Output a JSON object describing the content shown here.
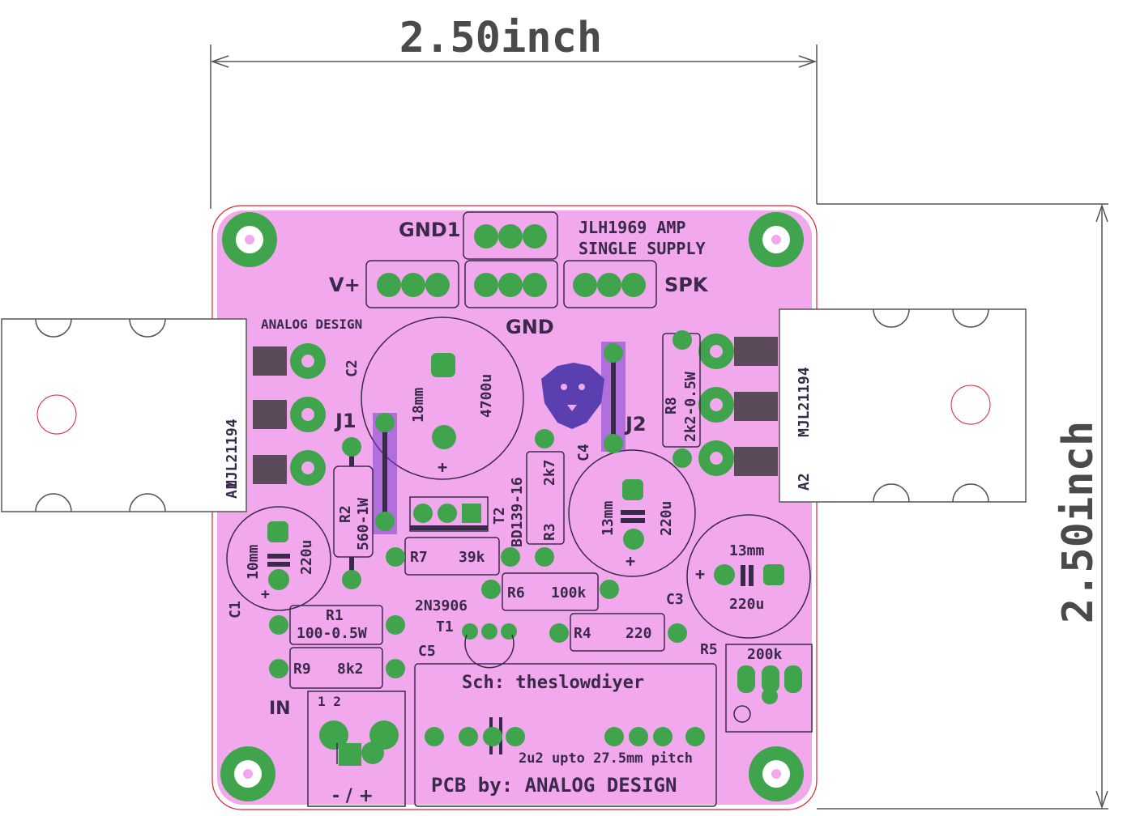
{
  "dimensions": {
    "width_label": "2.50inch",
    "height_label": "2.50inch"
  },
  "header": {
    "title_line1": "JLH1969 AMP",
    "title_line2": "SINGLE SUPPLY",
    "brand": "ANALOG DESIGN"
  },
  "connectors": {
    "gnd1": "GND1",
    "vplus": "V+",
    "gnd": "GND",
    "spk": "SPK",
    "in": "IN",
    "in_pins": "1  2",
    "in_polarity": "- / +"
  },
  "transistors": {
    "a1_part": "MJL21194",
    "a1_ref": "A1",
    "a2_part": "MJL21194",
    "a2_ref": "A2"
  },
  "components": {
    "c2_ref": "C2",
    "c2_size": "18mm",
    "c2_value": "4700u",
    "j1": "J1",
    "j2": "J2",
    "r2_ref": "R2",
    "r2_value": "560-1W",
    "t2_ref": "T2",
    "t2_part": "BD139-16",
    "r3_value": "2k7",
    "r3_ref": "R3",
    "c4_ref": "C4",
    "c4_size": "13mm",
    "c4_value": "220u",
    "r8_ref": "R8",
    "r8_value": "2k2-0.5W",
    "c1_ref": "C1",
    "c1_size": "10mm",
    "c1_value": "220u",
    "r7_ref": "R7",
    "r7_value": "39k",
    "r6_ref": "R6",
    "r6_value": "100k",
    "c3_ref": "C3",
    "c3_size": "13mm",
    "c3_value": "220u",
    "t1_part": "2N3906",
    "t1_ref": "T1",
    "r1_ref": "R1",
    "r1_value": "100-0.5W",
    "r4_ref": "R4",
    "r4_value": "220",
    "r5_ref": "R5",
    "r5_value": "200k",
    "c5_ref": "C5",
    "r9_ref": "R9",
    "r9_value": "8k2",
    "c5_note": "2u2  upto 27.5mm pitch"
  },
  "credits": {
    "schematic": "Sch: theslowdiyer",
    "pcb": "PCB by: ANALOG DESIGN"
  },
  "colors": {
    "board": "#f2a8ec",
    "pad": "#3fa44b",
    "silk": "#3a2a4a",
    "jumper": "#7a3fd0"
  }
}
